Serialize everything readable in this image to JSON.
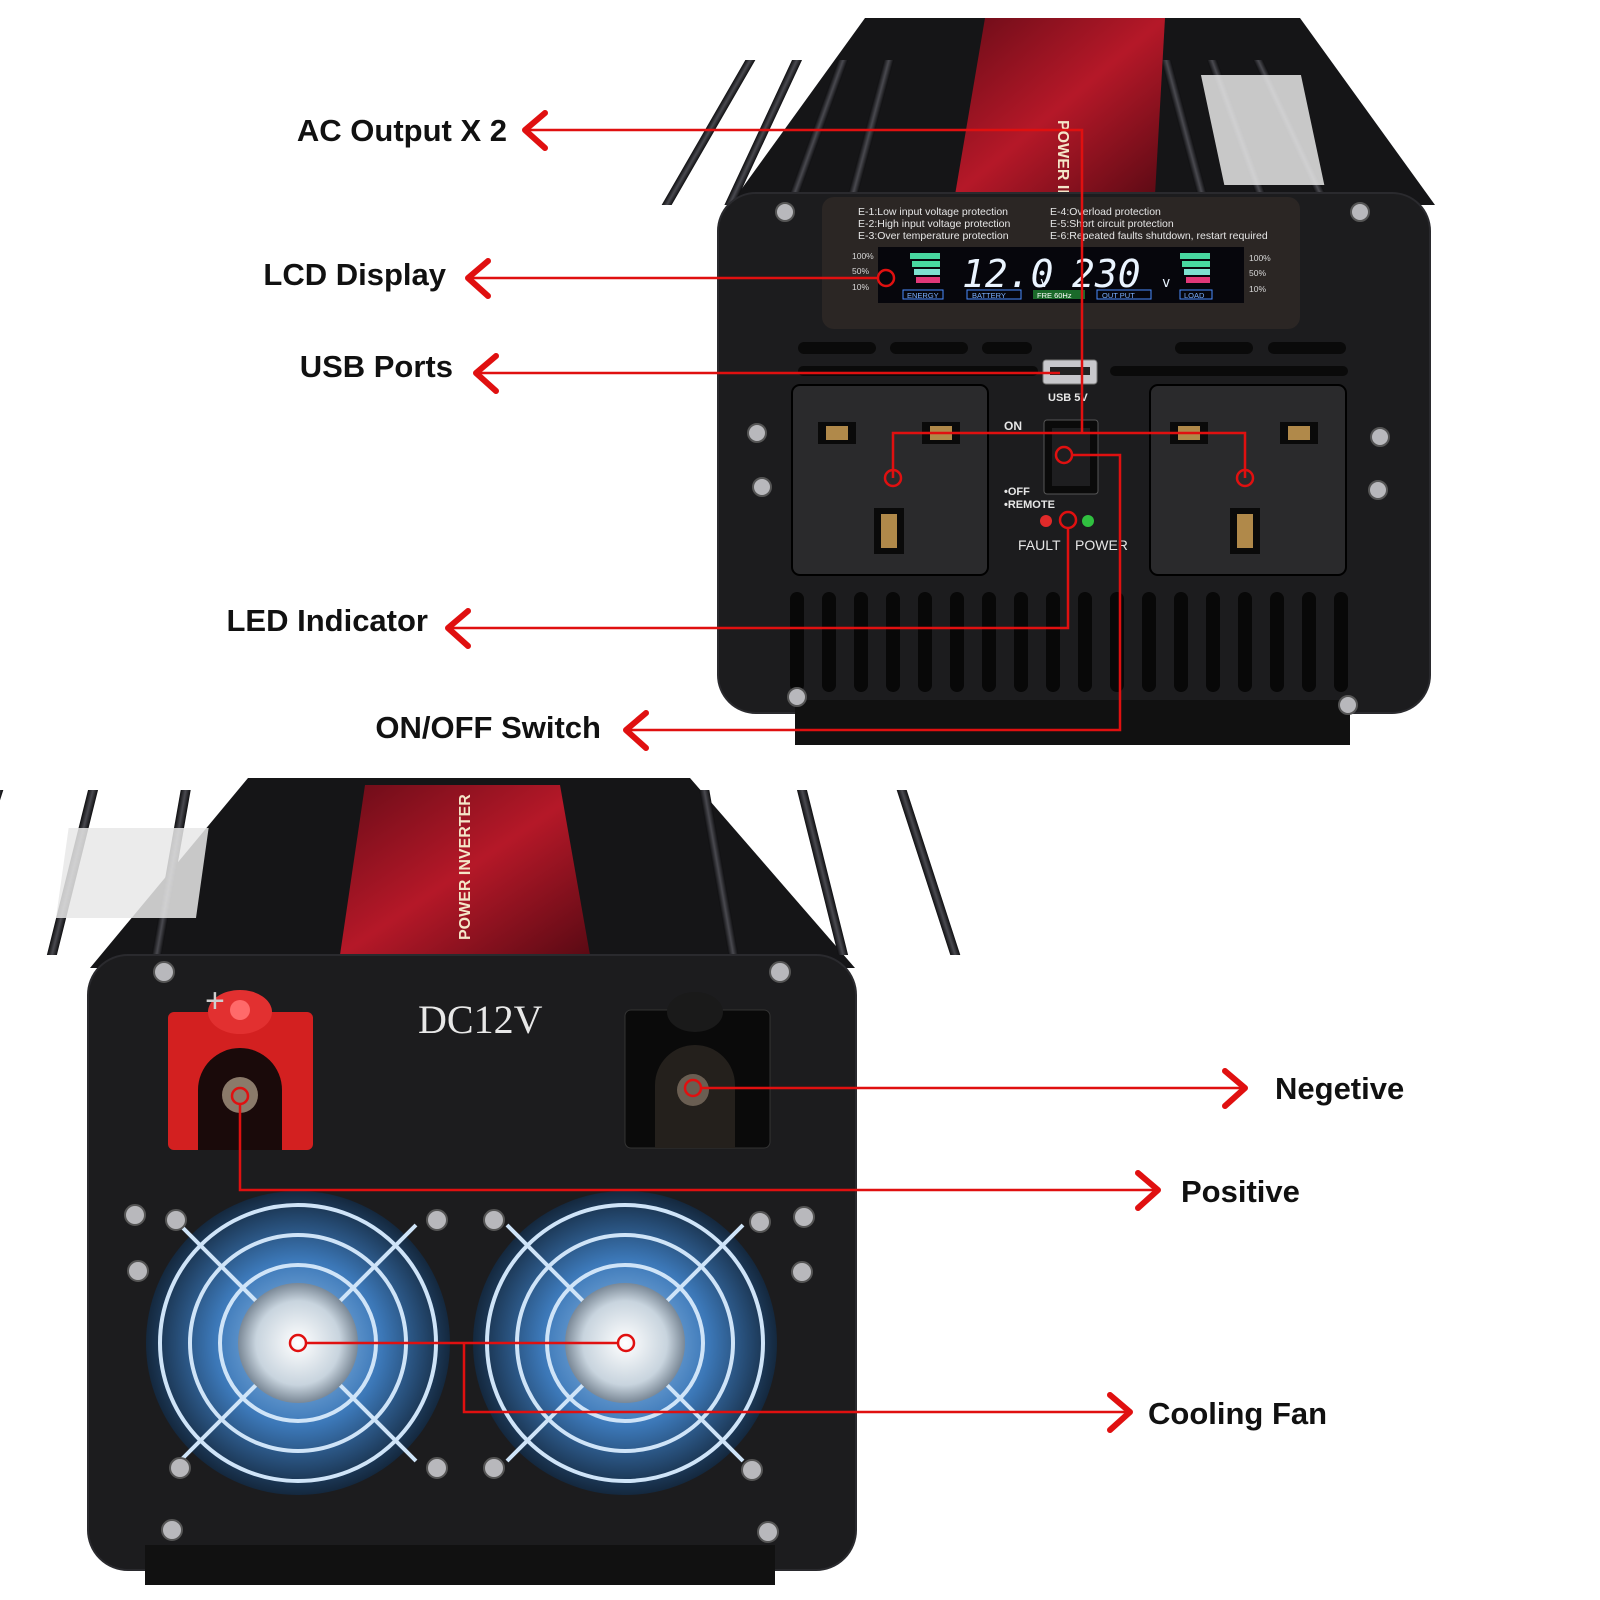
{
  "callouts": {
    "ac_output": "AC Output X 2",
    "lcd_display": "LCD Display",
    "usb_ports": "USB Ports",
    "led_indicator": "LED Indicator",
    "on_off_switch": "ON/OFF Switch",
    "negative": "Negetive",
    "positive": "Positive",
    "cooling_fan": "Cooling Fan"
  },
  "front_panel": {
    "errors": [
      "E-1:Low input voltage protection",
      "E-2:High input voltage protection",
      "E-3:Over temperature protection",
      "E-4:Overload protection",
      "E-5:Short circuit protection",
      "E-6:Repeated faults shutdown, restart required"
    ],
    "lcd": {
      "battery_voltage": "12.0",
      "output_voltage": "230",
      "unit": "v",
      "labels": [
        "ENERGY",
        "BATTERY",
        "FRE 60Hz",
        "OUT PUT",
        "LOAD"
      ],
      "scale_left": [
        "100%",
        "50%",
        "10%"
      ],
      "scale_right": [
        "100%",
        "50%",
        "10%"
      ]
    },
    "usb_label": "USB 5V",
    "switch_on": "ON",
    "switch_off": "•OFF",
    "switch_remote": "•REMOTE",
    "fault_label": "FAULT",
    "power_label": "POWER",
    "label_strip": "POWER INVERTER"
  },
  "rear_panel": {
    "dc_label": "DC12V",
    "plus_mark": "+",
    "label_strip": "POWER INVERTER"
  },
  "colors": {
    "callout_line": "#e01010",
    "body": "#1c1c1e",
    "label_red": "#8e1020",
    "lcd_bg": "#0a0a12",
    "lcd_digits": "#e8f4ff",
    "terminal_red": "#d32020",
    "fan_blue": "#4d8fd0"
  }
}
